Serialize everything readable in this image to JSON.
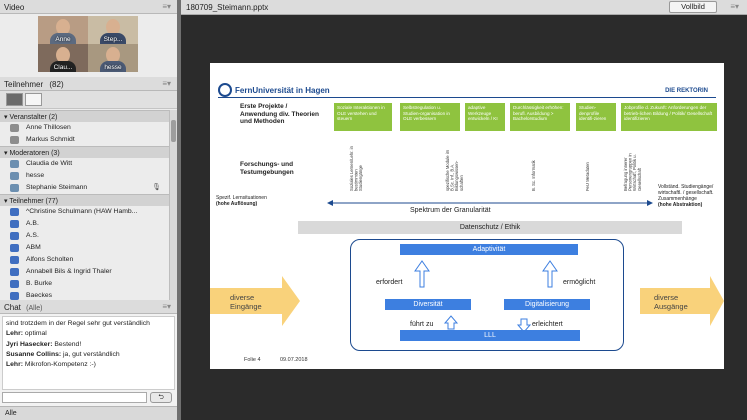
{
  "video": {
    "title": "Video",
    "tiles": [
      {
        "name": "Anne",
        "bg": "#b89c84",
        "shirt": "#5c6a80"
      },
      {
        "name": "Step...",
        "bg": "#c9bca4",
        "shirt": "#3a4a68"
      },
      {
        "name": "Clau...",
        "bg": "#7e6a5c",
        "shirt": "#222222"
      },
      {
        "name": "hesse",
        "bg": "#a89880",
        "shirt": "#4b5a75"
      }
    ]
  },
  "participants": {
    "title": "Teilnehmer",
    "count": "(82)",
    "groups": [
      {
        "label": "Veranstalter (2)",
        "members": [
          "Anne Thillosen",
          "Markus Schmidt"
        ],
        "icon": "host"
      },
      {
        "label": "Moderatoren (3)",
        "members": [
          "Claudia de Witt",
          "hesse",
          "Stephanie Steimann"
        ],
        "icon": "mod"
      },
      {
        "label": "Teilnehmer (77)",
        "members": [
          "^Christine Schulmann (HAW Hamb...",
          "A.B.",
          "A.S.",
          "ABM",
          "Alfons Scholten",
          "Annabell Bils & Ingrid Thaler",
          "B. Burke",
          "Baeckes"
        ],
        "icon": "usr"
      }
    ]
  },
  "chat": {
    "title": "Chat",
    "scope": "(Alle)",
    "messages": [
      {
        "author": "",
        "text": "sind trotzdem in der Regel sehr gut verständlich"
      },
      {
        "author": "Lehr:",
        "text": " optimal"
      },
      {
        "author": "Jyri Hasecker:",
        "text": " Bestend!"
      },
      {
        "author": "Susanne Collins:",
        "text": " ja, gut verständlich"
      },
      {
        "author": "Lehr:",
        "text": " Mikrofon-Kompetenz :-)"
      }
    ],
    "send_label": "⮌",
    "footer": "Alle"
  },
  "presentation": {
    "file": "180709_Steimann.pptx",
    "fullscreen_label": "Vollbild",
    "slide": {
      "university": "FernUniversität in Hagen",
      "rektorin": "DIE REKTORIN",
      "row1_label": "Erste Projekte / Anwendung div. Theorien und Methoden",
      "green_boxes": [
        "Soziale Interaktionen in OLE verstehen und steuern",
        "Selbstregulation u. Studien-organisation in OLE verbessern",
        "adaptive Werkzeuge entwickeln / KI",
        "Durchlässigkeit erhöhen: berufl. Ausbildung > Bachelorstudium",
        "Studien-denprofile identifi-zieren",
        "Jobprofile d. Zukunft: Anforderungen der betrieb-lichen Bildung / Politik/ Gesellschaft identifizieren"
      ],
      "row2_label": "Forschungs- und Testumgebungen",
      "vertical_labels": [
        "Soziales Lernen/Lehr. in bestimmten Studiengänge",
        "spezifische Module im B.Sc. Inf., B.A. Bildungswissen-schaften",
        "B. Sc. Informatik",
        "FeU Metadaten",
        "Befragung innerer Personengruppen in Wirtschaft, Politik u. Gesellschaft"
      ],
      "left_caption": "Spezif. Lernsituationen",
      "left_caption_bold": "(hohe Auflösung)",
      "right_caption": "Vollständ. Studiengänge/ wirtschaftl. / gesellschaft. Zusammenhänge",
      "right_caption_bold": "(hohe Abstraktion)",
      "spectrum": "Spektrum der Granularität",
      "datenschutz": "Datenschutz / Ethik",
      "adaptivitaet": "Adaptivität",
      "diversitaet": "Diversität",
      "digitalisierung": "Digitalisierung",
      "lll": "LLL",
      "erfordert": "erfordert",
      "ermoeglicht": "ermöglicht",
      "fuehrt_zu": "führt zu",
      "erleichtert": "erleichtert",
      "left_arrow": "diverse Eingänge",
      "right_arrow": "diverse Ausgänge",
      "folie": "Folie 4",
      "date": "09.07.2018"
    }
  },
  "colors": {
    "accent": "#1c4a8f",
    "green": "#8fc33f",
    "blue": "#3d7fe0",
    "arrow": "#f9d27b"
  }
}
